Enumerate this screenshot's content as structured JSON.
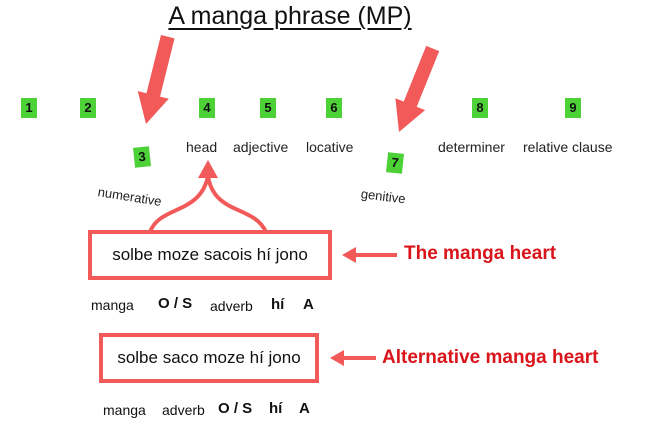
{
  "title": "A manga phrase (MP)",
  "slots": [
    {
      "number": "1",
      "label": ""
    },
    {
      "number": "2",
      "label": ""
    },
    {
      "number": "3",
      "label": "numerative"
    },
    {
      "number": "4",
      "label": "head"
    },
    {
      "number": "5",
      "label": "adjective"
    },
    {
      "number": "6",
      "label": "locative"
    },
    {
      "number": "7",
      "label": "genitive"
    },
    {
      "number": "8",
      "label": "determiner"
    },
    {
      "number": "9",
      "label": "relative clause"
    }
  ],
  "heart": {
    "phrase": "solbe moze sacois hí jono",
    "callout": "The manga heart",
    "gloss": [
      "manga",
      "O / S",
      "adverb",
      "hí",
      "A"
    ]
  },
  "alt_heart": {
    "phrase": "solbe saco moze hí jono",
    "callout": "Alternative manga heart",
    "gloss": [
      "manga",
      "adverb",
      "O / S",
      "hí",
      "A"
    ]
  },
  "colors": {
    "badge": "#4cd137",
    "arrow": "#f25a5a",
    "callout_text": "#d9141a"
  }
}
